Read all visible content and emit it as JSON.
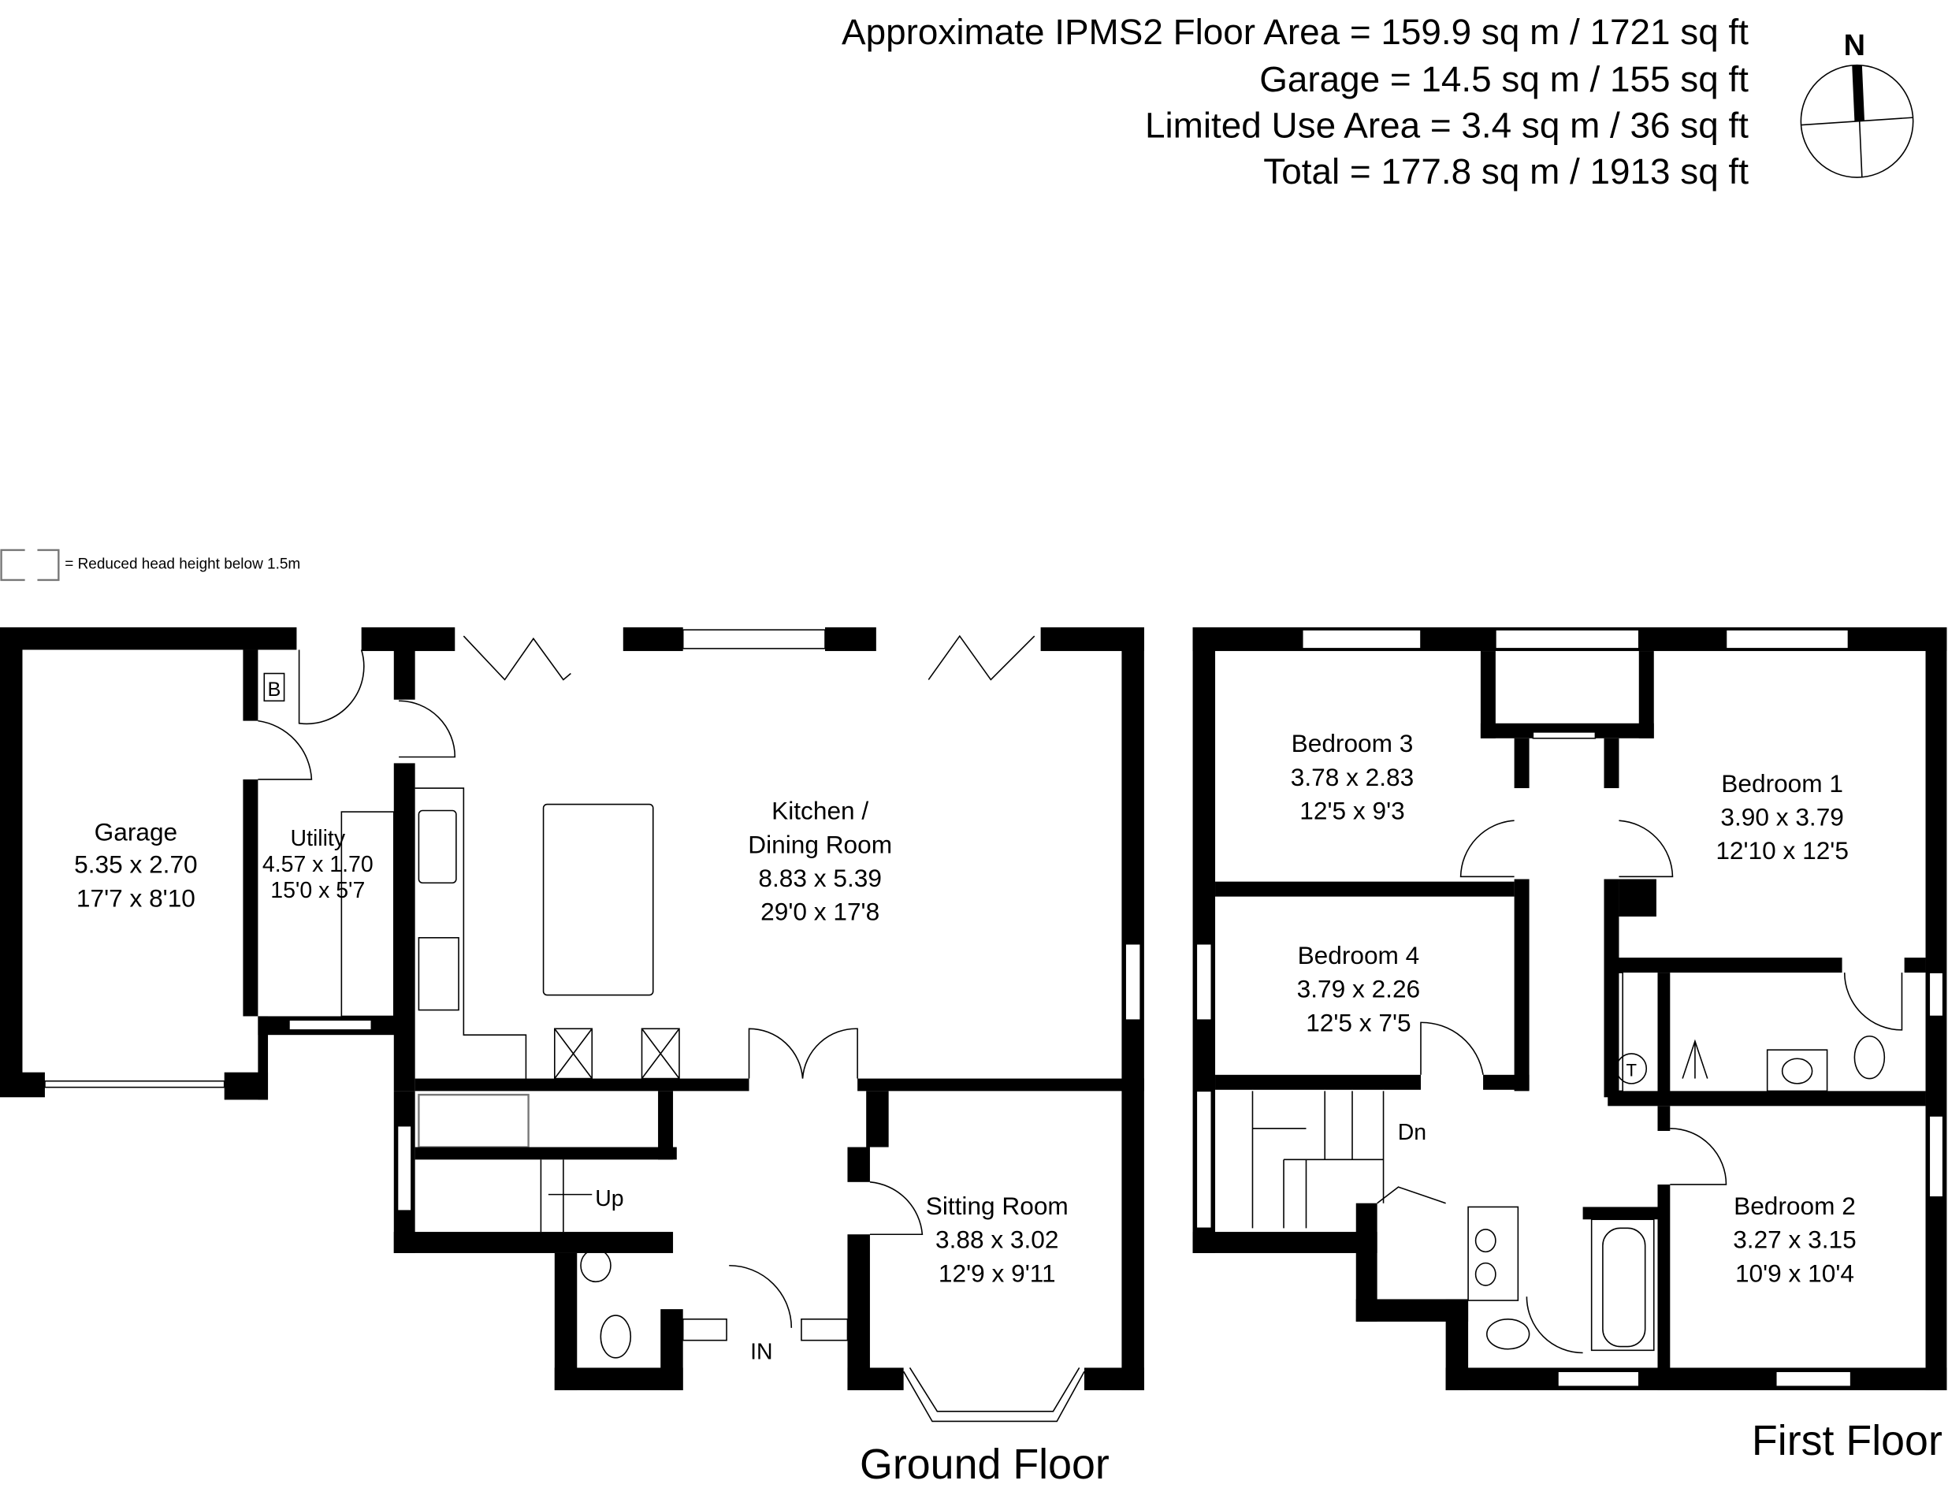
{
  "areas": {
    "floor_area": "Approximate IPMS2 Floor Area = 159.9 sq m / 1721 sq ft",
    "garage": "Garage = 14.5 sq m / 155 sq ft",
    "limited_use": "Limited Use Area = 3.4 sq m / 36 sq ft",
    "total": "Total = 177.8 sq m / 1913 sq ft"
  },
  "compass": {
    "label": "N"
  },
  "legend": {
    "text": "= Reduced head height below 1.5m"
  },
  "ground_floor": {
    "title": "Ground Floor",
    "rooms": [
      {
        "name": "Garage",
        "metric": "5.35 x 2.70",
        "imperial": "17'7 x 8'10"
      },
      {
        "name": "Utility",
        "metric": "4.57 x 1.70",
        "imperial": "15'0 x 5'7"
      },
      {
        "name": "Kitchen /",
        "name2": "Dining Room",
        "metric": "8.83 x 5.39",
        "imperial": "29'0 x 17'8"
      },
      {
        "name": "Sitting Room",
        "metric": "3.88 x 3.02",
        "imperial": "12'9 x 9'11"
      }
    ],
    "boiler": "B",
    "stairs": "Up",
    "entrance": "IN"
  },
  "first_floor": {
    "title": "First Floor",
    "rooms": [
      {
        "name": "Bedroom 3",
        "metric": "3.78 x 2.83",
        "imperial": "12'5 x 9'3"
      },
      {
        "name": "Bedroom 1",
        "metric": "3.90 x 3.79",
        "imperial": "12'10 x 12'5"
      },
      {
        "name": "Bedroom 4",
        "metric": "3.79 x 2.26",
        "imperial": "12'5 x 7'5"
      },
      {
        "name": "Bedroom 2",
        "metric": "3.27 x 3.15",
        "imperial": "10'9 x 10'4"
      }
    ],
    "stairs": "Dn",
    "tank": "T"
  }
}
